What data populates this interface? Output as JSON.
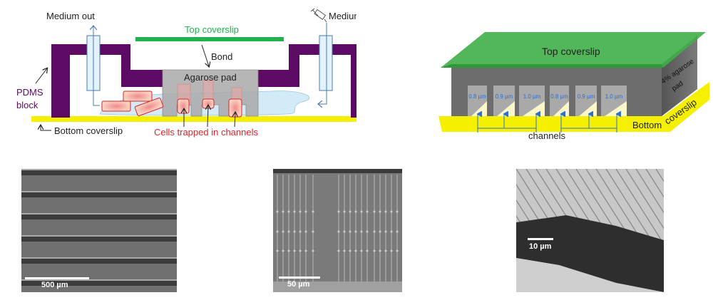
{
  "panel_a": {
    "labels": {
      "medium_out": "Medium out",
      "medium_in": "Medium in",
      "top_coverslip": "Top coverslip",
      "bond": "Bond",
      "agarose_pad": "Agarose pad",
      "pdms_line1": "PDMS",
      "pdms_line2": "block",
      "bottom_coverslip": "Bottom coverslip",
      "cells_trapped": "Cells trapped in channels"
    },
    "colors": {
      "pdms": "#5c0a63",
      "top_coverslip": "#22b14c",
      "bottom_coverslip": "#f5f000",
      "agarose": "#a9a9a9",
      "medium": "#cde8f5",
      "cell_border": "#d9262b",
      "cell_fill": "#f4b0a0",
      "label_red": "#d9262b",
      "label_green": "#22b14c",
      "label_purple": "#5c0a63",
      "tube": "#4a7ab0"
    }
  },
  "panel_b": {
    "labels": {
      "top_coverslip": "Top coverslip",
      "agarose_line1": "4% agarose",
      "agarose_line2": "pad",
      "bottom": "Bottom",
      "coverslip": "coverslip",
      "channels": "channels"
    },
    "channel_widths": [
      "0.8 µm",
      "0.9 µm",
      "1.0 µm",
      "0.8 µm",
      "0.9 µm",
      "1.0 µm"
    ],
    "colors": {
      "top": "#3fae49",
      "agarose_front": "#6d6d6d",
      "agarose_side": "#5a5a5a",
      "bottom": "#f5f000",
      "channel_text": "#2b6fd6",
      "arrow": "#2b6fd6"
    }
  },
  "sem_images": [
    {
      "scale_label": "500 µm"
    },
    {
      "scale_label": "50 µm"
    },
    {
      "scale_label": "10 µm"
    }
  ]
}
